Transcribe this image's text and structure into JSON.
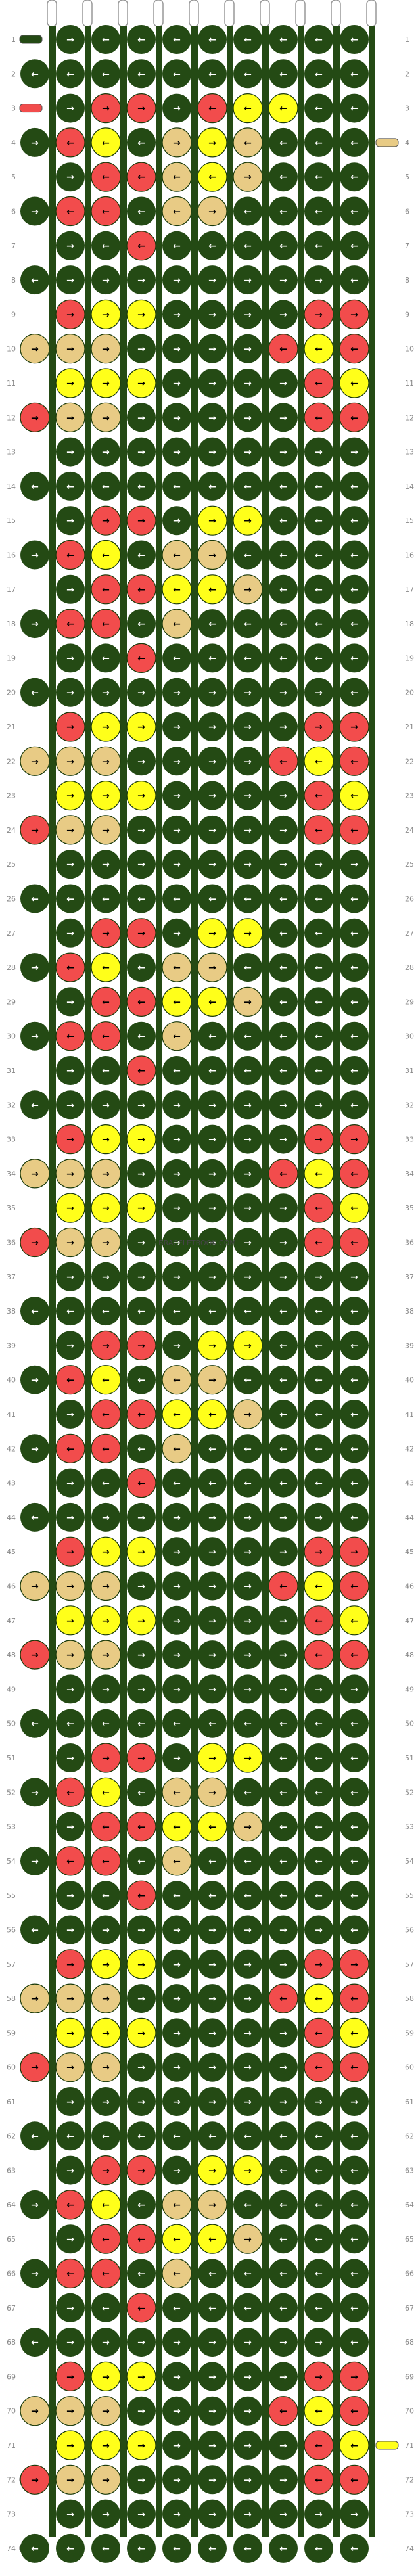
{
  "pattern": {
    "watermark": "BRACELETBOOK.COM",
    "rows": 74,
    "strings": 10,
    "first_row_number": 1,
    "colors": {
      "G": "#244a14",
      "R": "#f24c4c",
      "Y": "#ffff1a",
      "B": "#e8cb85"
    },
    "color_names": {
      "G": "dark-green",
      "R": "red",
      "Y": "yellow",
      "B": "beige"
    },
    "knot_symbol": {
      "F": "→",
      "B": "←",
      "FB": "↱",
      "BF": "↲"
    },
    "row_knots": [
      [
        "G:F",
        "G:B",
        "G:B",
        "G:B",
        "G:B",
        "G:B",
        "G:B",
        "G:B",
        "G:B"
      ],
      [
        "G:B",
        "G:B",
        "G:B",
        "G:B",
        "G:B",
        "G:B",
        "G:B",
        "G:B",
        "G:B",
        "G:B"
      ],
      [
        "G:F",
        "R:F",
        "R:F",
        "G:F",
        "R:B",
        "Y:B",
        "Y:B",
        "G:B",
        "G:B"
      ],
      [
        "G:F",
        "R:B",
        "Y:B",
        "G:B",
        "B:F",
        "Y:F",
        "B:B",
        "G:B",
        "G:B",
        "G:B"
      ],
      [
        "G:F",
        "R:B",
        "R:B",
        "B:B",
        "Y:B",
        "B:F",
        "G:B",
        "G:B",
        "G:B"
      ],
      [
        "G:F",
        "R:B",
        "R:B",
        "G:B",
        "B:B",
        "B:F",
        "G:B",
        "G:B",
        "G:B",
        "G:B"
      ],
      [
        "G:F",
        "G:B",
        "R:B",
        "G:B",
        "G:B",
        "G:B",
        "G:B",
        "G:B",
        "G:B"
      ],
      [
        "G:B",
        "G:F",
        "G:F",
        "G:F",
        "G:F",
        "G:F",
        "G:F",
        "G:F",
        "G:F",
        "G:B"
      ],
      [
        "R:F",
        "Y:F",
        "Y:F",
        "G:F",
        "G:F",
        "G:F",
        "G:F",
        "R:F",
        "R:F"
      ],
      [
        "B:F",
        "B:F",
        "B:F",
        "G:F",
        "G:F",
        "G:F",
        "G:F",
        "R:B",
        "Y:B",
        "R:B"
      ],
      [
        "Y:F",
        "Y:F",
        "Y:F",
        "G:F",
        "G:F",
        "G:F",
        "G:F",
        "R:B",
        "Y:B"
      ],
      [
        "R:F",
        "B:F",
        "B:F",
        "G:F",
        "G:F",
        "G:F",
        "G:F",
        "G:F",
        "R:B",
        "R:B"
      ],
      [
        "G:F",
        "G:F",
        "G:F",
        "G:F",
        "G:F",
        "G:F",
        "G:F",
        "G:F",
        "G:F"
      ],
      [
        "G:B",
        "G:B",
        "G:B",
        "G:B",
        "G:B",
        "G:B",
        "G:B",
        "G:B",
        "G:B",
        "G:B"
      ],
      [
        "G:F",
        "R:F",
        "R:F",
        "G:F",
        "Y:F",
        "Y:F",
        "G:B",
        "G:B",
        "G:B"
      ],
      [
        "G:F",
        "R:B",
        "Y:B",
        "G:B",
        "B:B",
        "B:F",
        "G:B",
        "G:B",
        "G:B",
        "G:B"
      ],
      [
        "G:F",
        "R:B",
        "R:B",
        "Y:B",
        "Y:B",
        "B:F",
        "G:B",
        "G:B",
        "G:B"
      ],
      [
        "G:F",
        "R:B",
        "R:B",
        "G:B",
        "B:B",
        "G:B",
        "G:B",
        "G:B",
        "G:B",
        "G:B"
      ],
      [
        "G:F",
        "G:B",
        "R:B",
        "G:B",
        "G:B",
        "G:B",
        "G:B",
        "G:B",
        "G:B"
      ],
      [
        "G:B",
        "G:F",
        "G:F",
        "G:F",
        "G:F",
        "G:F",
        "G:F",
        "G:F",
        "G:F",
        "G:B"
      ],
      [
        "R:F",
        "Y:F",
        "Y:F",
        "G:F",
        "G:F",
        "G:F",
        "G:F",
        "R:F",
        "R:F"
      ],
      [
        "B:F",
        "B:F",
        "B:F",
        "G:F",
        "G:F",
        "G:F",
        "G:F",
        "R:B",
        "Y:B",
        "R:B"
      ],
      [
        "Y:F",
        "Y:F",
        "Y:F",
        "G:F",
        "G:F",
        "G:F",
        "G:F",
        "R:B",
        "Y:B"
      ],
      [
        "R:F",
        "B:F",
        "B:F",
        "G:F",
        "G:F",
        "G:F",
        "G:F",
        "G:F",
        "R:B",
        "R:B"
      ],
      [
        "G:F",
        "G:F",
        "G:F",
        "G:F",
        "G:F",
        "G:F",
        "G:F",
        "G:F",
        "G:F"
      ],
      [
        "G:B",
        "G:B",
        "G:B",
        "G:B",
        "G:B",
        "G:B",
        "G:B",
        "G:B",
        "G:B",
        "G:B"
      ],
      [
        "G:F",
        "R:F",
        "R:F",
        "G:F",
        "Y:F",
        "Y:F",
        "G:B",
        "G:B",
        "G:B"
      ],
      [
        "G:F",
        "R:B",
        "Y:B",
        "G:B",
        "B:B",
        "B:F",
        "G:B",
        "G:B",
        "G:B",
        "G:B"
      ],
      [
        "G:F",
        "R:B",
        "R:B",
        "Y:B",
        "Y:B",
        "B:F",
        "G:B",
        "G:B",
        "G:B"
      ],
      [
        "G:F",
        "R:B",
        "R:B",
        "G:B",
        "B:B",
        "G:B",
        "G:B",
        "G:B",
        "G:B",
        "G:B"
      ],
      [
        "G:F",
        "G:B",
        "R:B",
        "G:B",
        "G:B",
        "G:B",
        "G:B",
        "G:B",
        "G:B"
      ],
      [
        "G:B",
        "G:F",
        "G:F",
        "G:F",
        "G:F",
        "G:F",
        "G:F",
        "G:F",
        "G:F",
        "G:B"
      ],
      [
        "R:F",
        "Y:F",
        "Y:F",
        "G:F",
        "G:F",
        "G:F",
        "G:F",
        "R:F",
        "R:F"
      ],
      [
        "B:F",
        "B:F",
        "B:F",
        "G:F",
        "G:F",
        "G:F",
        "G:F",
        "R:B",
        "Y:B",
        "R:B"
      ],
      [
        "Y:F",
        "Y:F",
        "Y:F",
        "G:F",
        "G:F",
        "G:F",
        "G:F",
        "R:B",
        "Y:B"
      ],
      [
        "R:F",
        "B:F",
        "B:F",
        "G:F",
        "G:F",
        "G:F",
        "G:F",
        "G:F",
        "R:B",
        "R:B"
      ],
      [
        "G:F",
        "G:F",
        "G:F",
        "G:F",
        "G:F",
        "G:F",
        "G:F",
        "G:F",
        "G:F"
      ],
      [
        "G:B",
        "G:B",
        "G:B",
        "G:B",
        "G:B",
        "G:B",
        "G:B",
        "G:B",
        "G:B",
        "G:B"
      ],
      [
        "G:F",
        "R:F",
        "R:F",
        "G:F",
        "Y:F",
        "Y:F",
        "G:B",
        "G:B",
        "G:B"
      ],
      [
        "G:F",
        "R:B",
        "Y:B",
        "G:B",
        "B:B",
        "B:F",
        "G:B",
        "G:B",
        "G:B",
        "G:B"
      ],
      [
        "G:F",
        "R:B",
        "R:B",
        "Y:B",
        "Y:B",
        "B:F",
        "G:B",
        "G:B",
        "G:B"
      ],
      [
        "G:F",
        "R:B",
        "R:B",
        "G:B",
        "B:B",
        "G:B",
        "G:B",
        "G:B",
        "G:B",
        "G:B"
      ],
      [
        "G:F",
        "G:B",
        "R:B",
        "G:B",
        "G:B",
        "G:B",
        "G:B",
        "G:B",
        "G:B"
      ],
      [
        "G:B",
        "G:F",
        "G:F",
        "G:F",
        "G:F",
        "G:F",
        "G:F",
        "G:F",
        "G:F",
        "G:B"
      ],
      [
        "R:F",
        "Y:F",
        "Y:F",
        "G:F",
        "G:F",
        "G:F",
        "G:F",
        "R:F",
        "R:F"
      ],
      [
        "B:F",
        "B:F",
        "B:F",
        "G:F",
        "G:F",
        "G:F",
        "G:F",
        "R:B",
        "Y:B",
        "R:B"
      ],
      [
        "Y:F",
        "Y:F",
        "Y:F",
        "G:F",
        "G:F",
        "G:F",
        "G:F",
        "R:B",
        "Y:B"
      ],
      [
        "R:F",
        "B:F",
        "B:F",
        "G:F",
        "G:F",
        "G:F",
        "G:F",
        "G:F",
        "R:B",
        "R:B"
      ],
      [
        "G:F",
        "G:F",
        "G:F",
        "G:F",
        "G:F",
        "G:F",
        "G:F",
        "G:F",
        "G:F"
      ],
      [
        "G:B",
        "G:B",
        "G:B",
        "G:B",
        "G:B",
        "G:B",
        "G:B",
        "G:B",
        "G:B",
        "G:B"
      ],
      [
        "G:F",
        "R:F",
        "R:F",
        "G:F",
        "Y:F",
        "Y:F",
        "G:B",
        "G:B",
        "G:B"
      ],
      [
        "G:F",
        "R:B",
        "Y:B",
        "G:B",
        "B:B",
        "B:F",
        "G:B",
        "G:B",
        "G:B",
        "G:B"
      ],
      [
        "G:F",
        "R:B",
        "R:B",
        "Y:B",
        "Y:B",
        "B:F",
        "G:B",
        "G:B",
        "G:B"
      ],
      [
        "G:F",
        "R:B",
        "R:B",
        "G:B",
        "B:B",
        "G:B",
        "G:B",
        "G:B",
        "G:B",
        "G:B"
      ],
      [
        "G:F",
        "G:B",
        "R:B",
        "G:B",
        "G:B",
        "G:B",
        "G:B",
        "G:B",
        "G:B"
      ],
      [
        "G:B",
        "G:F",
        "G:F",
        "G:F",
        "G:F",
        "G:F",
        "G:F",
        "G:F",
        "G:F",
        "G:B"
      ],
      [
        "R:F",
        "Y:F",
        "Y:F",
        "G:F",
        "G:F",
        "G:F",
        "G:F",
        "R:F",
        "R:F"
      ],
      [
        "B:F",
        "B:F",
        "B:F",
        "G:F",
        "G:F",
        "G:F",
        "G:F",
        "R:B",
        "Y:B",
        "R:B"
      ],
      [
        "Y:F",
        "Y:F",
        "Y:F",
        "G:F",
        "G:F",
        "G:F",
        "G:F",
        "R:B",
        "Y:B"
      ],
      [
        "R:F",
        "B:F",
        "B:F",
        "G:F",
        "G:F",
        "G:F",
        "G:F",
        "G:F",
        "R:B",
        "R:B"
      ],
      [
        "G:F",
        "G:F",
        "G:F",
        "G:F",
        "G:F",
        "G:F",
        "G:F",
        "G:F",
        "G:F"
      ],
      [
        "G:B",
        "G:B",
        "G:B",
        "G:B",
        "G:B",
        "G:B",
        "G:B",
        "G:B",
        "G:B",
        "G:B"
      ],
      [
        "G:F",
        "R:F",
        "R:F",
        "G:F",
        "Y:F",
        "Y:F",
        "G:B",
        "G:B",
        "G:B"
      ],
      [
        "G:F",
        "R:B",
        "Y:B",
        "G:B",
        "B:B",
        "B:F",
        "G:B",
        "G:B",
        "G:B",
        "G:B"
      ],
      [
        "G:F",
        "R:B",
        "R:B",
        "Y:B",
        "Y:B",
        "B:F",
        "G:B",
        "G:B",
        "G:B"
      ],
      [
        "G:F",
        "R:B",
        "R:B",
        "G:B",
        "B:B",
        "G:B",
        "G:B",
        "G:B",
        "G:B",
        "G:B"
      ],
      [
        "G:F",
        "G:B",
        "R:B",
        "G:B",
        "G:B",
        "G:B",
        "G:B",
        "G:B",
        "G:B"
      ],
      [
        "G:B",
        "G:F",
        "G:F",
        "G:F",
        "G:F",
        "G:F",
        "G:F",
        "G:F",
        "G:F",
        "G:B"
      ],
      [
        "R:F",
        "Y:F",
        "Y:F",
        "G:F",
        "G:F",
        "G:F",
        "G:F",
        "R:F",
        "R:F"
      ],
      [
        "B:F",
        "B:F",
        "B:F",
        "G:F",
        "G:F",
        "G:F",
        "G:F",
        "R:B",
        "Y:B",
        "R:B"
      ],
      [
        "Y:F",
        "Y:F",
        "Y:F",
        "G:F",
        "G:F",
        "G:F",
        "G:F",
        "R:B",
        "Y:B"
      ],
      [
        "R:F",
        "B:F",
        "B:F",
        "G:F",
        "G:F",
        "G:F",
        "G:F",
        "G:F",
        "R:B",
        "R:B"
      ],
      [
        "G:F",
        "G:F",
        "G:F",
        "G:F",
        "G:F",
        "G:F",
        "G:F",
        "G:F",
        "G:F"
      ],
      [
        "G:B",
        "G:B",
        "G:B",
        "G:B",
        "G:B",
        "G:B",
        "G:B",
        "G:B",
        "G:B",
        "G:B"
      ]
    ],
    "left_tails": [
      {
        "row": 1,
        "color": "G"
      },
      {
        "row": 3,
        "color": "R"
      },
      {
        "row": 72,
        "color": "R"
      },
      {
        "row": 74,
        "color": "G"
      }
    ],
    "right_tails": [
      {
        "row": 4,
        "color": "B"
      },
      {
        "row": 71,
        "color": "Y"
      }
    ]
  }
}
